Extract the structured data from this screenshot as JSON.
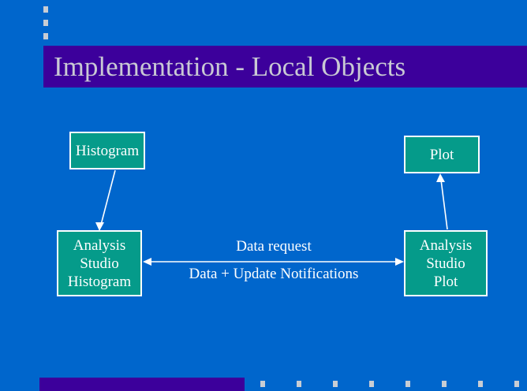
{
  "slide": {
    "title": "Implementation - Local Objects",
    "background_color": "#0066cc",
    "title_bar_color": "#3c009b",
    "title_text_color": "#c9c9d4",
    "box_fill_color": "#059b8a",
    "box_border_color": "#ffffff",
    "connector_color": "#ffffff"
  },
  "top_bullets": [
    {
      "name": "bullet-1"
    },
    {
      "name": "bullet-2"
    },
    {
      "name": "bullet-3"
    }
  ],
  "diagram": {
    "nodes": [
      {
        "id": "histogram",
        "label": "Histogram",
        "lines": [
          "Histogram"
        ]
      },
      {
        "id": "plot",
        "label": "Plot",
        "lines": [
          "Plot"
        ]
      },
      {
        "id": "analysis-studio-histogram",
        "label": "Analysis Studio Histogram",
        "lines": [
          "Analysis",
          "Studio",
          "Histogram"
        ]
      },
      {
        "id": "analysis-studio-plot",
        "label": "Analysis Studio Plot",
        "lines": [
          "Analysis",
          "Studio",
          "Plot"
        ]
      }
    ],
    "edge_labels": {
      "above_line": "Data request",
      "below_line": "Data + Update Notifications"
    },
    "connectors": [
      {
        "id": "histogram-to-as-histogram",
        "from": "histogram",
        "to": "analysis-studio-histogram",
        "arrow": "single"
      },
      {
        "id": "as-plot-to-plot",
        "from": "analysis-studio-plot",
        "to": "plot",
        "arrow": "single"
      },
      {
        "id": "as-histogram-to-as-plot",
        "from": "analysis-studio-histogram",
        "to": "analysis-studio-plot",
        "arrow": "double"
      }
    ]
  },
  "footer": {
    "bar_color": "#3c009b",
    "bullet_count": 8
  }
}
